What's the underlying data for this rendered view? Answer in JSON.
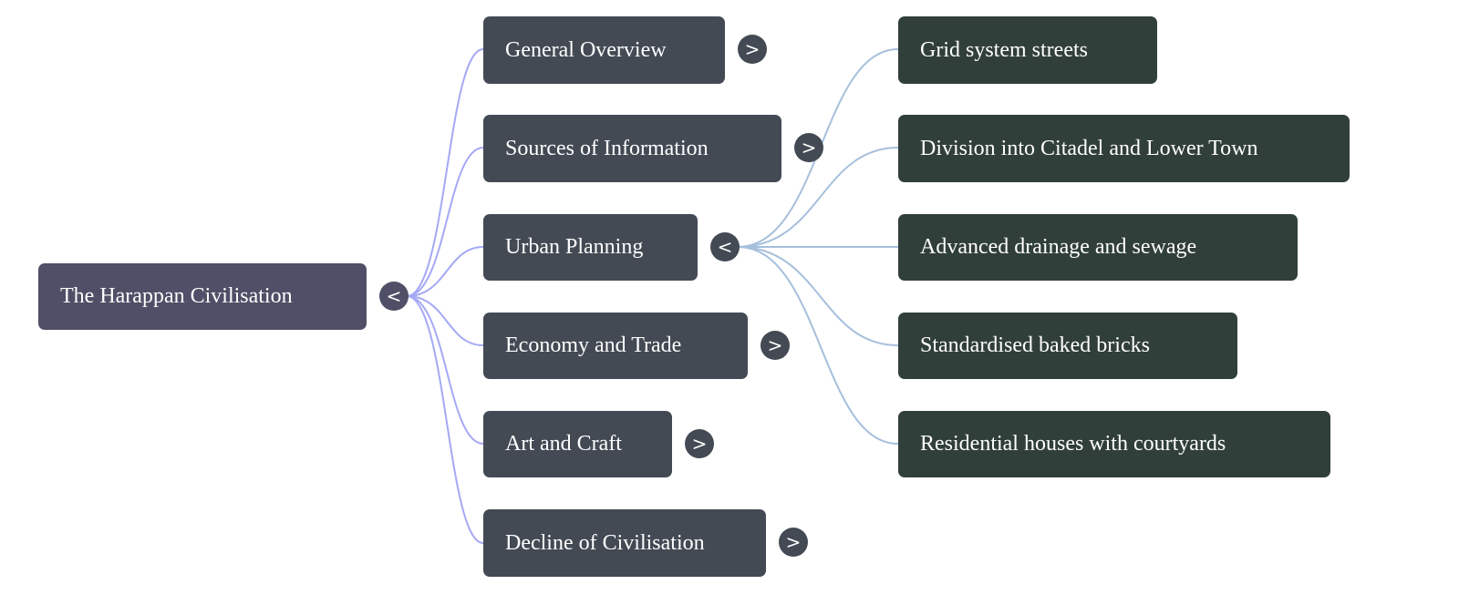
{
  "root": {
    "label": "The Harappan Civilisation",
    "toggle": "<"
  },
  "branches": [
    {
      "label": "General Overview",
      "toggle": ">"
    },
    {
      "label": "Sources of Information",
      "toggle": ">"
    },
    {
      "label": "Urban Planning",
      "toggle": "<"
    },
    {
      "label": "Economy and Trade",
      "toggle": ">"
    },
    {
      "label": "Art and Craft",
      "toggle": ">"
    },
    {
      "label": "Decline of Civilisation",
      "toggle": ">"
    }
  ],
  "urban_planning_children": [
    {
      "label": "Grid system streets"
    },
    {
      "label": "Division into Citadel and Lower Town"
    },
    {
      "label": "Advanced drainage and sewage"
    },
    {
      "label": "Standardised baked bricks"
    },
    {
      "label": "Residential houses with courtyards"
    }
  ],
  "colors": {
    "root": "#4f5067",
    "branch": "#434a54",
    "leaf": "#313f3b",
    "link_root": "#a5a9f5",
    "link_branch": "#a6bfdc"
  }
}
